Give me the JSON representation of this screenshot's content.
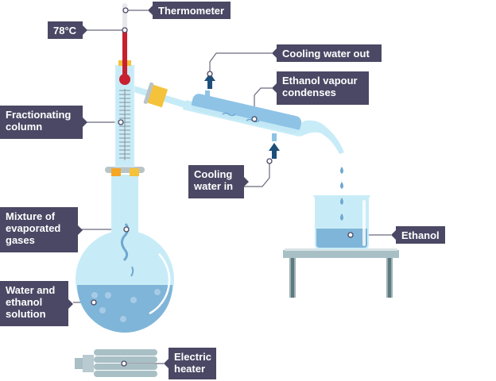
{
  "title": "Fractional distillation of ethanol and water",
  "labels": {
    "thermometer": "Thermometer",
    "temperature": "78°C",
    "fractionating_column": "Fractionating column",
    "cooling_water_out": "Cooling water out",
    "ethanol_vapour": "Ethanol vapour condenses",
    "cooling_water_in": "Cooling water in",
    "ethanol": "Ethanol",
    "mixture_gases": "Mixture of evaporated gases",
    "water_ethanol": "Water and ethanol solution",
    "electric_heater": "Electric heater"
  },
  "colors": {
    "label_bg": "#4a4864",
    "glass": "#c8ecf7",
    "liquid": "#7fb5d8",
    "mercury": "#c8202f",
    "stopper": "#f5c23b",
    "arrow": "#1d4f7a",
    "condenser": "#8ec3e6"
  }
}
